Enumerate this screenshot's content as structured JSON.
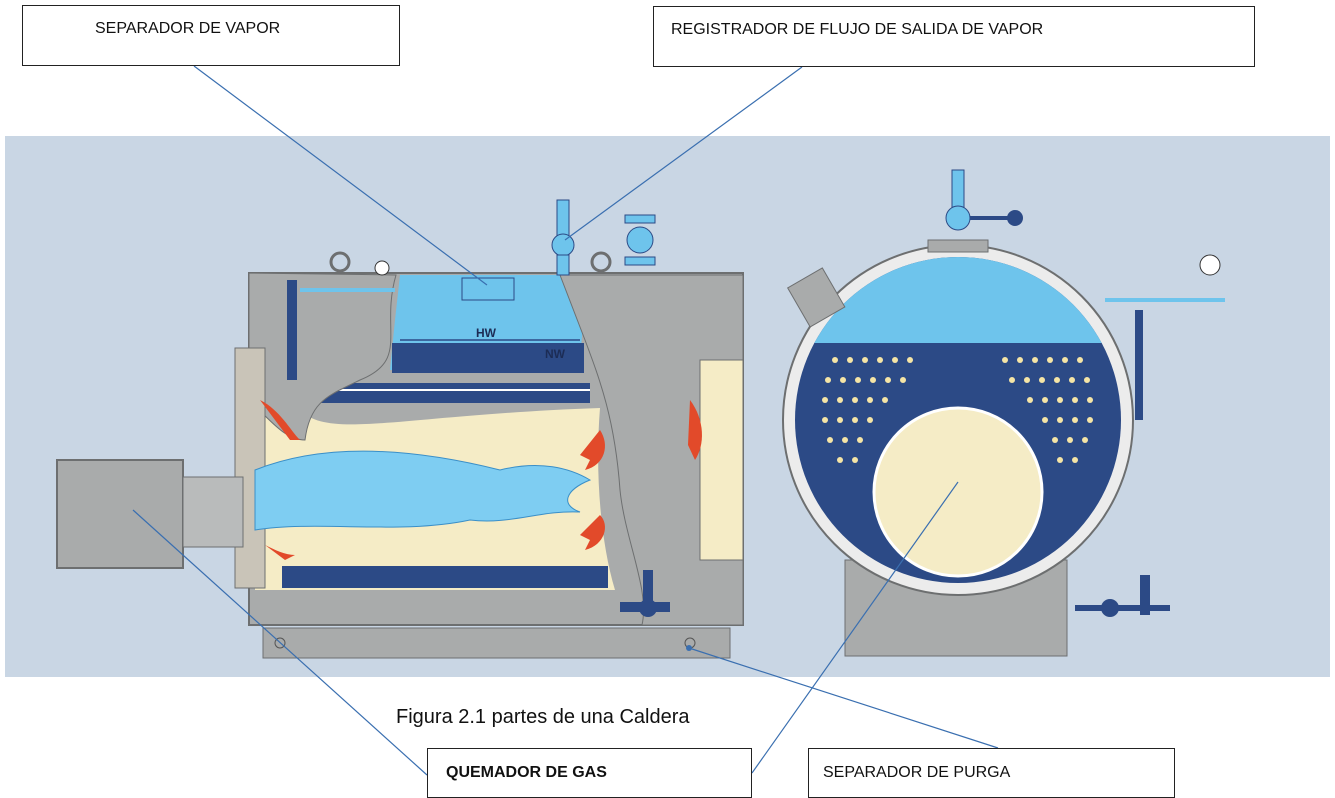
{
  "labels": {
    "separador_vapor": "SEPARADOR DE VAPOR",
    "registrador_flujo": "REGISTRADOR DE FLUJO DE SALIDA DE VAPOR",
    "quemador_gas": "QUEMADOR DE GAS",
    "separador_purga": "SEPARADOR DE PURGA"
  },
  "caption": "Figura 2.1  partes de una Caldera",
  "water_levels": {
    "high": "HW",
    "normal": "NW"
  },
  "colors": {
    "panel_background": "#c9d6e4",
    "water": "#6ec4ec",
    "deep_blue": "#2c4a86",
    "steel_gray": "#a9abab",
    "firebox_cream": "#f5ecc6",
    "flame_blue": "#7ecdf2",
    "flow_arrow": "#e24a2a",
    "leader_line": "#3a6fb0"
  }
}
